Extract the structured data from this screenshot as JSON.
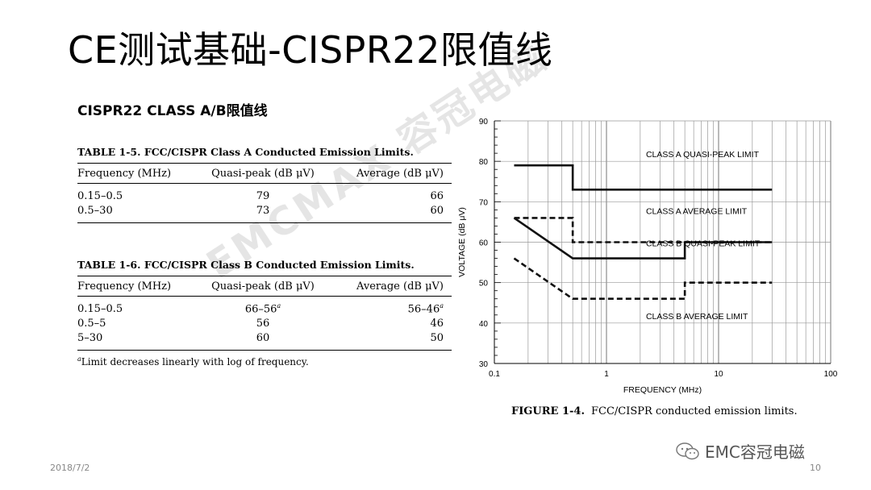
{
  "slide": {
    "title": "CE测试基础-CISPR22限值线",
    "subtitle": "CISPR22 CLASS A/B限值线",
    "date": "2018/7/2",
    "page_number": "10",
    "brand": "EMC容冠电磁",
    "watermark": "EMCMAX 容冠电磁"
  },
  "table_a": {
    "caption": "TABLE 1-5.   FCC/CISPR Class A Conducted Emission Limits.",
    "headers": [
      "Frequency (MHz)",
      "Quasi-peak (dB μV)",
      "Average (dB μV)"
    ],
    "rows": [
      [
        "0.15–0.5",
        "79",
        "66"
      ],
      [
        "0.5–30",
        "73",
        "60"
      ]
    ]
  },
  "table_b": {
    "caption": "TABLE 1-6.   FCC/CISPR Class B Conducted Emission Limits.",
    "headers": [
      "Frequency (MHz)",
      "Quasi-peak (dB μV)",
      "Average (dB μV)"
    ],
    "rows": [
      [
        "0.15–0.5",
        "66–56",
        "56–46"
      ],
      [
        "0.5–5",
        "56",
        "46"
      ],
      [
        "5–30",
        "60",
        "50"
      ]
    ],
    "footnote_marker": "a",
    "footnote": "Limit decreases linearly with log of frequency."
  },
  "figure": {
    "label": "FIGURE 1-4.",
    "caption": "FCC/CISPR conducted emission limits."
  },
  "chart_data": {
    "type": "line",
    "title": "",
    "xlabel": "FREQUENCY (MHz)",
    "ylabel": "VOLTAGE (dB μV)",
    "xscale": "log",
    "xlim": [
      0.1,
      100
    ],
    "ylim": [
      30,
      90
    ],
    "xticks": [
      0.1,
      1,
      10,
      100
    ],
    "xtick_labels": [
      "0.1",
      "1",
      "10",
      "100"
    ],
    "yticks": [
      30,
      40,
      50,
      60,
      70,
      80,
      90
    ],
    "ytick_labels": [
      "30",
      "40",
      "50",
      "60",
      "70",
      "80",
      "90"
    ],
    "grid": "vertical log minor lines",
    "series": [
      {
        "name": "CLASS A QUASI-PEAK LIMIT",
        "style": "solid",
        "x": [
          0.15,
          0.5,
          0.5,
          30
        ],
        "y": [
          79,
          79,
          73,
          73
        ]
      },
      {
        "name": "CLASS A  AVERAGE LIMIT",
        "style": "dashed",
        "x": [
          0.15,
          0.5,
          0.5,
          30
        ],
        "y": [
          66,
          66,
          60,
          60
        ]
      },
      {
        "name": "CLASS B QUASI-PEAK LIMIT",
        "style": "solid",
        "x": [
          0.15,
          0.5,
          5,
          5,
          30
        ],
        "y": [
          66,
          56,
          56,
          60,
          60
        ]
      },
      {
        "name": "CLASS B  AVERAGE LIMIT",
        "style": "dashed",
        "x": [
          0.15,
          0.5,
          5,
          5,
          30
        ],
        "y": [
          56,
          46,
          46,
          50,
          50
        ]
      }
    ]
  }
}
